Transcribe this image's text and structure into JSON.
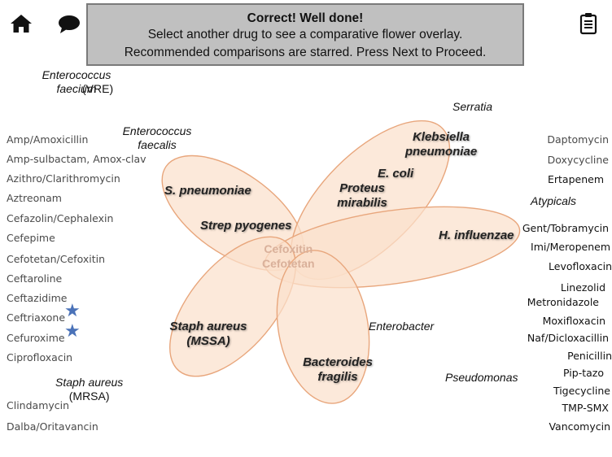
{
  "banner": {
    "line1": "Correct!  Well done!",
    "line2": "Select another drug to see a comparative flower overlay.",
    "line3": "Recommended comparisons are starred.  Press Next to Proceed."
  },
  "icons": {
    "home": "home-icon",
    "chat": "speech-bubble-icon",
    "notes": "clipboard-icon"
  },
  "colors": {
    "petal_fill": "#fbe0cc",
    "petal_stroke": "#e8a67c",
    "star": "#4a72b8",
    "banner_bg": "#c0c0c0"
  },
  "left_drugs": [
    "Amp/Amoxicillin",
    "Amp-sulbactam, Amox-clav",
    "Azithro/Clarithromycin",
    "Aztreonam",
    "Cefazolin/Cephalexin",
    "Cefepime",
    "Cefotetan/Cefoxitin",
    "Ceftaroline",
    "Ceftazidime",
    "Ceftriaxone",
    "Cefuroxime",
    "Ciprofloxacin",
    "Clindamycin",
    "Dalba/Oritavancin"
  ],
  "right_drugs": [
    "Daptomycin",
    "Doxycycline",
    "Ertapenem",
    "Gent/Tobramycin",
    "Imi/Meropenem",
    "Levofloxacin",
    "Linezolid",
    "Metronidazole",
    "Moxifloxacin",
    "Naf/Dicloxacillin",
    "Penicillin",
    "Pip-tazo",
    "Tigecycline",
    "TMP-SMX",
    "Vancomycin"
  ],
  "organisms": {
    "vre": {
      "name": "Enterococcus faecium",
      "suffix": "(VRE)"
    },
    "efaecalis": "Enterococcus faecalis",
    "serratia": "Serratia",
    "atypicals": "Atypicals",
    "enterobacter": "Enterobacter",
    "pseudomonas": "Pseudomonas",
    "mrsa": {
      "name": "Staph aureus",
      "suffix": "(MRSA)"
    }
  },
  "petals": {
    "spneumo": "S. pneumoniae",
    "strep": "Strep pyogenes",
    "klebsiella": "Klebsiella pneumoniae",
    "ecoli": "E. coli",
    "proteus": "Proteus mirabilis",
    "hflu": "H. influenzae",
    "mssa": "Staph aureus (MSSA)",
    "bacteroides": "Bacteroides fragilis"
  },
  "center": {
    "line1": "Cefoxitin",
    "line2": "Cefotetan"
  }
}
